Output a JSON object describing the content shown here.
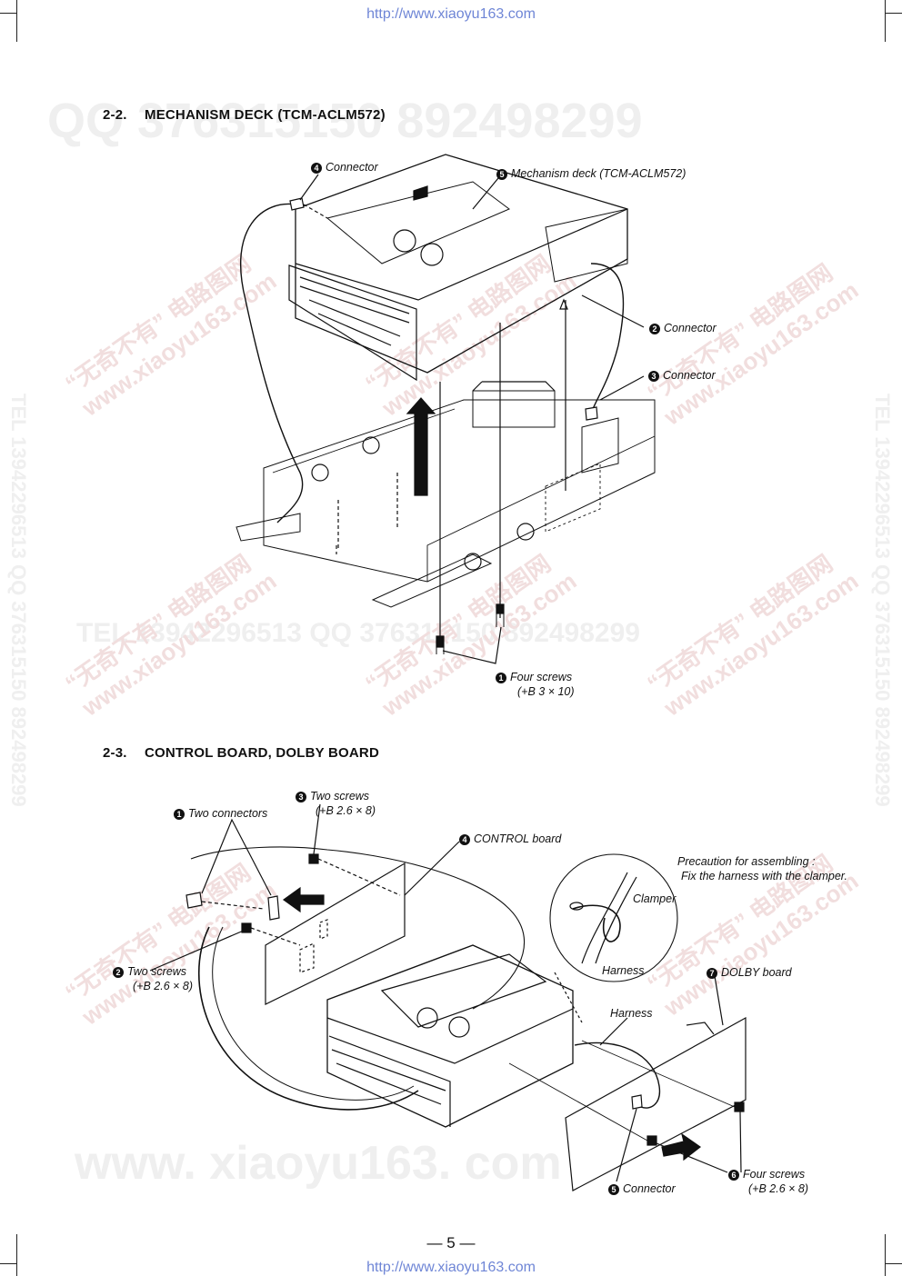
{
  "site_url_top": "http://www.xiaoyu163.com",
  "site_url_bottom": "http://www.xiaoyu163.com",
  "section_a": {
    "number": "2-2.",
    "title": "MECHANISM DECK (TCM-ACLM572)",
    "callouts": [
      {
        "badge": "4",
        "text": "Connector"
      },
      {
        "badge": "5",
        "text": "Mechanism deck (TCM-ACLM572)"
      },
      {
        "badge": "2",
        "text": "Connector"
      },
      {
        "badge": "3",
        "text": "Connector"
      },
      {
        "badge": "1",
        "text": "Four screws",
        "sub": "(+B 3 × 10)"
      }
    ]
  },
  "section_b": {
    "number": "2-3.",
    "title": "CONTROL BOARD, DOLBY BOARD",
    "callouts": [
      {
        "badge": "1",
        "text": "Two connectors"
      },
      {
        "badge": "3",
        "text": "Two screws",
        "sub": "(+B 2.6 × 8)"
      },
      {
        "badge": "4",
        "text": "CONTROL board"
      },
      {
        "badge": "2",
        "text": "Two screws",
        "sub": "(+B 2.6 × 8)"
      },
      {
        "badge": "7",
        "text": "DOLBY board"
      },
      {
        "badge": "6",
        "text": "Four screws",
        "sub": "(+B 2.6 × 8)"
      },
      {
        "badge": "5",
        "text": "Connector"
      }
    ],
    "precaution_line1": "Precaution for assembling :",
    "precaution_line2": "Fix the harness with the clamper.",
    "clamper_label": "Clamper",
    "harness_label_1": "Harness",
    "harness_label_2": "Harness"
  },
  "page_number": "— 5 —",
  "watermarks": {
    "qq_line": "QQ 376315150   892498299",
    "tel_line": "TEL 13942296513   QQ 376315150   892498299",
    "www_line": "www. xiaoyu163. com",
    "side_text": "TEL 13942296513  QQ 376315150  892498299",
    "stamp_cn": "“无奇不有” 电路图网",
    "stamp_url": "www.xiaoyu163.com"
  }
}
